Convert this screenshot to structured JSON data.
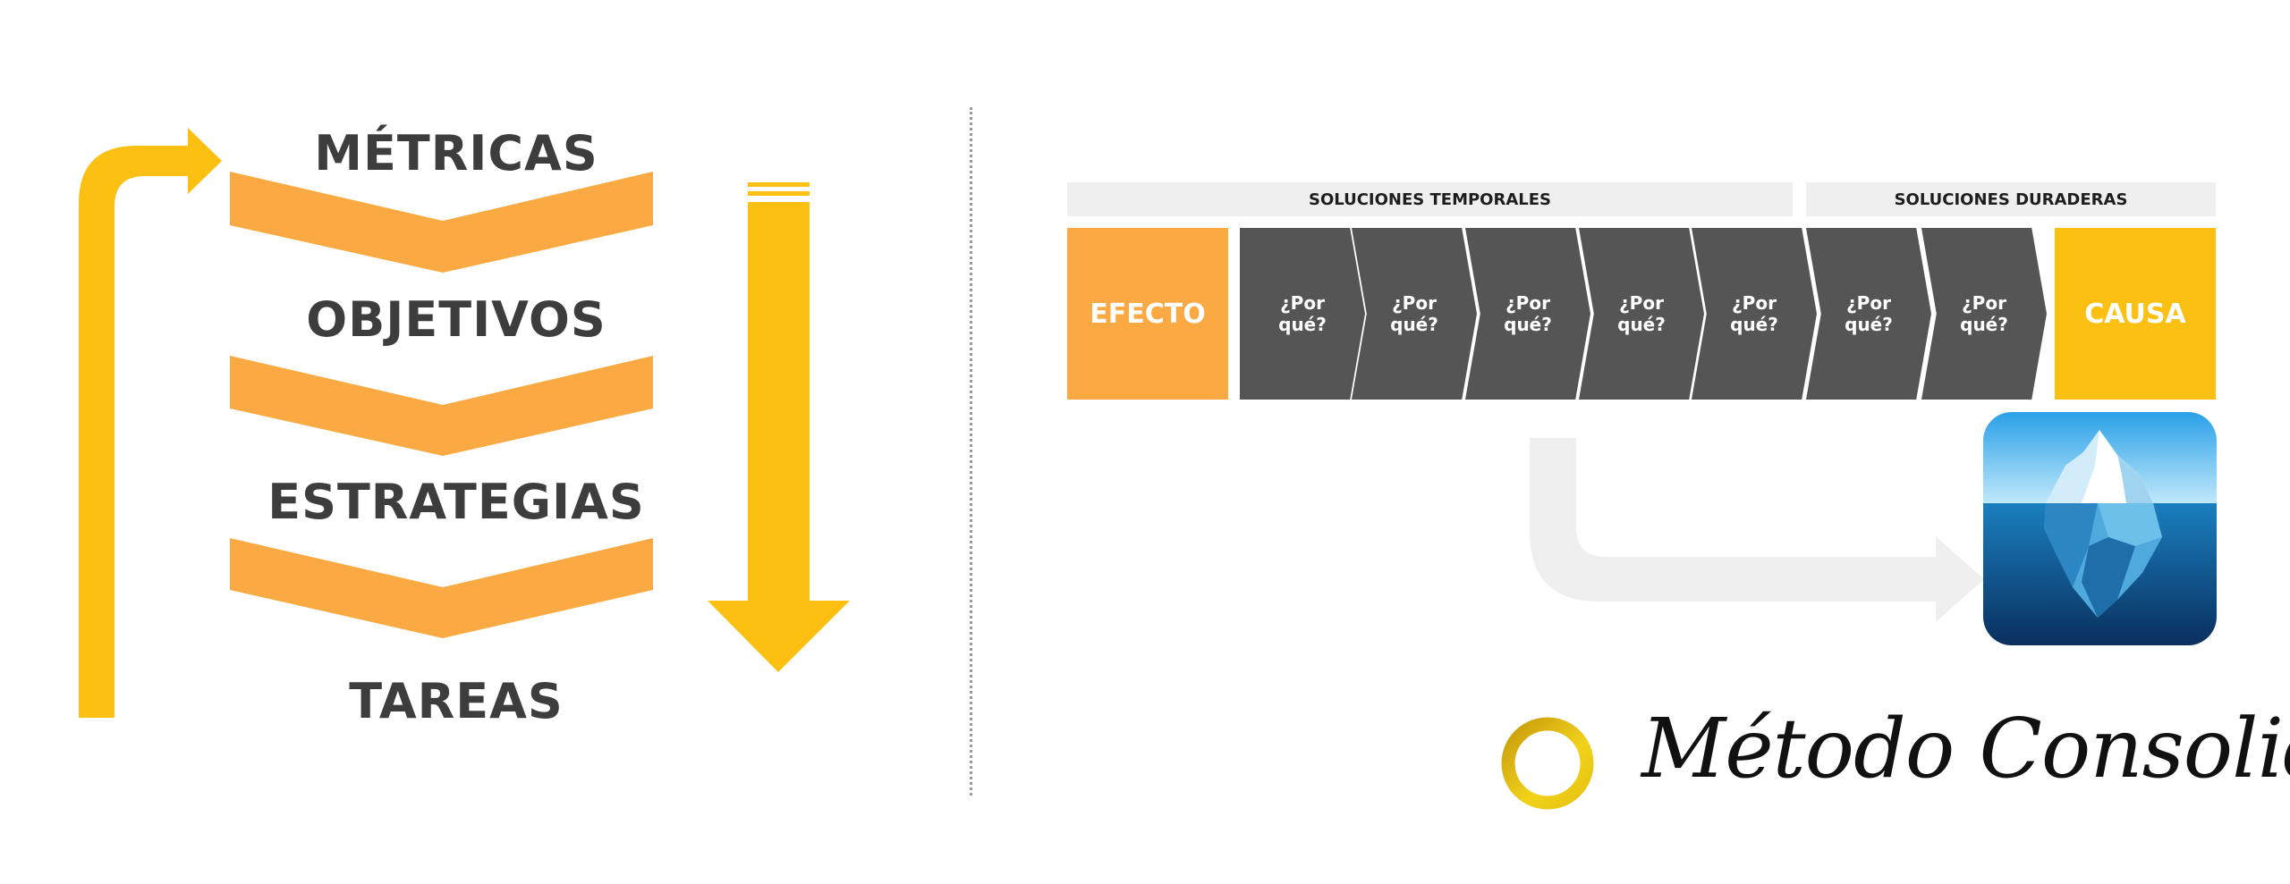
{
  "hierarchy": {
    "levels": [
      "MÉTRICAS",
      "OBJETIVOS",
      "ESTRATEGIAS",
      "TAREAS"
    ]
  },
  "five_whys": {
    "temporal_label": "SOLUCIONES TEMPORALES",
    "durable_label": "SOLUCIONES DURADERAS",
    "effect": "EFECTO",
    "cause": "CAUSA",
    "whys": [
      "¿Por qué?",
      "¿Por qué?",
      "¿Por qué?",
      "¿Por qué?",
      "¿Por qué?",
      "¿Por qué?",
      "¿Por qué?"
    ]
  },
  "brand": {
    "name": "Método Consolida"
  },
  "colors": {
    "yellow": "#fbc012",
    "orange": "#fba942",
    "gray": "#555555",
    "light": "#efefef",
    "text": "#3d3d3d"
  },
  "icons": {
    "iceberg": "iceberg-icon",
    "logo": "ring-logo-icon"
  }
}
